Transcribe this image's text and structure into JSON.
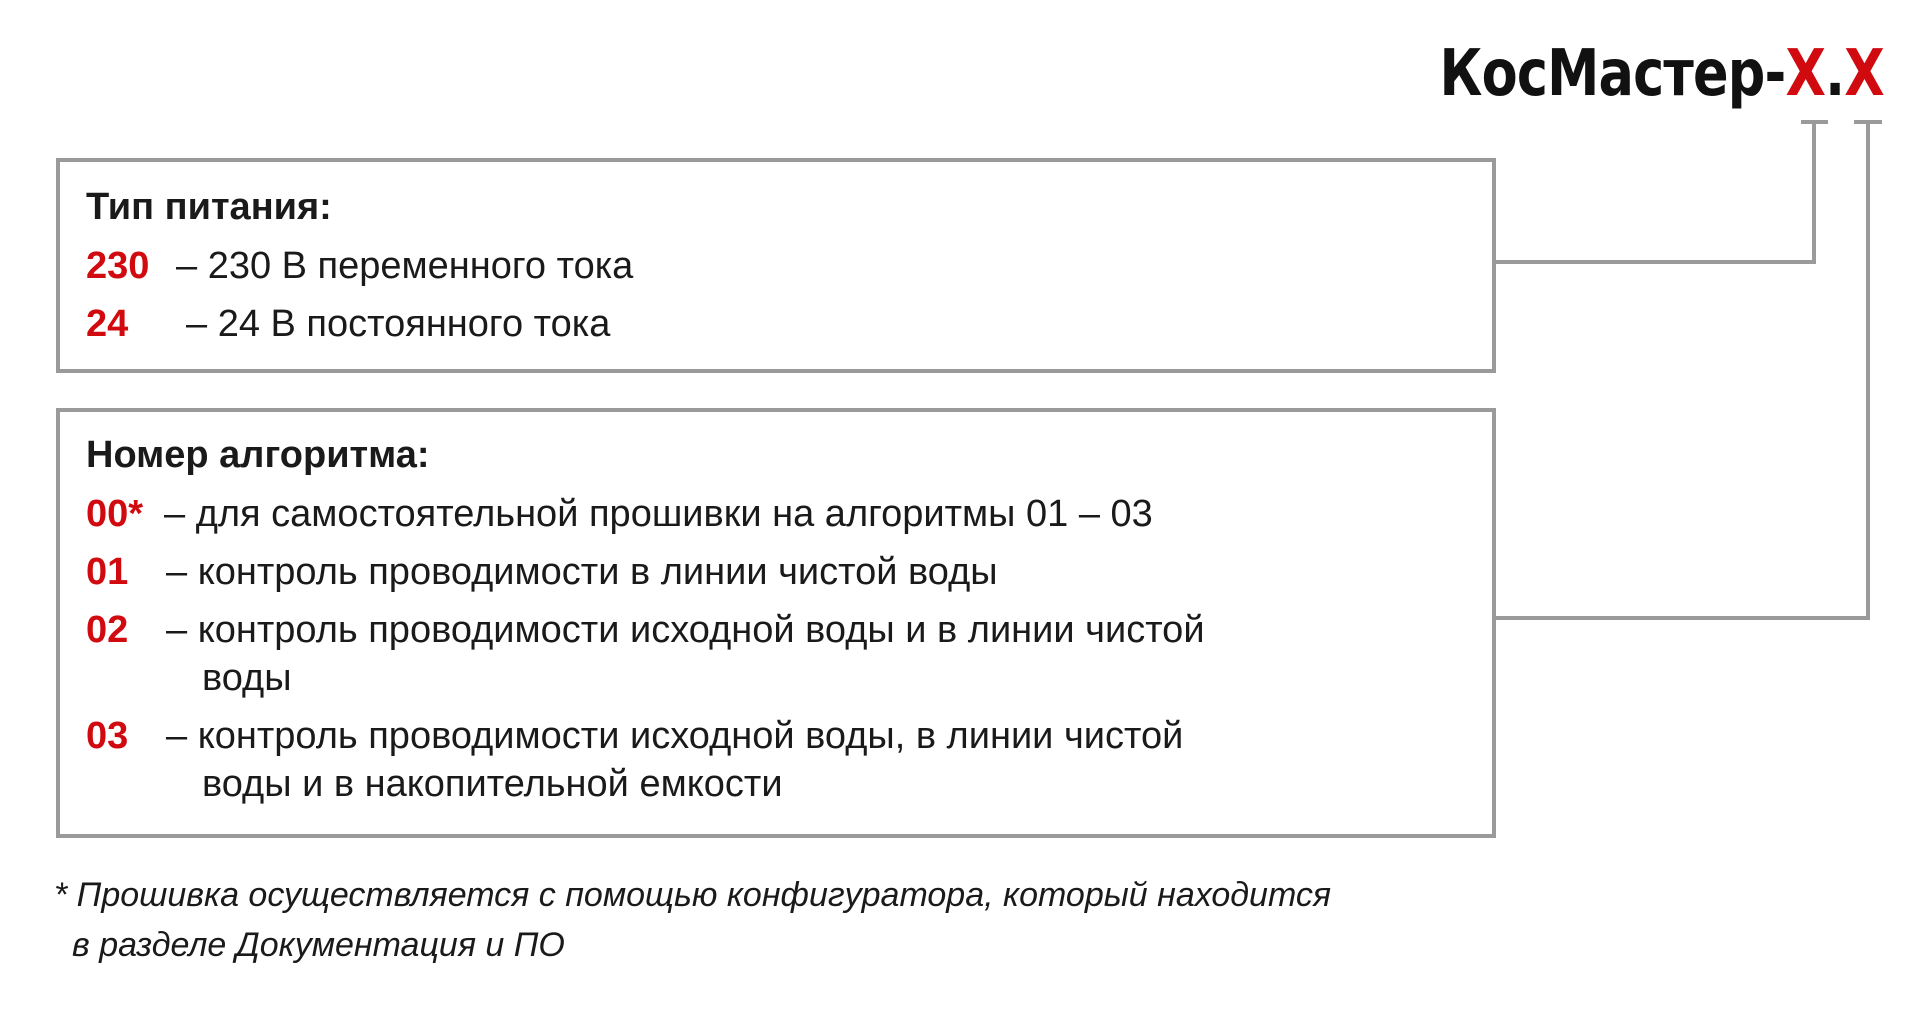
{
  "product": {
    "name": "КосМастер-",
    "code1": "Х",
    "separator": ".",
    "code2": "Х"
  },
  "power_type": {
    "title": "Тип питания:",
    "options": [
      {
        "code": "230",
        "description": "– 230 В переменного тока"
      },
      {
        "code": "24",
        "description": "– 24 В постоянного тока"
      }
    ]
  },
  "algorithm": {
    "title": "Номер алгоритма:",
    "options": [
      {
        "code": "00*",
        "description": "– для самостоятельной прошивки на алгоритмы 01 – 03",
        "wrap": ""
      },
      {
        "code": "01",
        "description": "– контроль проводимости в линии чистой воды",
        "wrap": ""
      },
      {
        "code": "02",
        "description": "– контроль проводимости исходной воды и в линии чистой",
        "wrap": "воды"
      },
      {
        "code": "03",
        "description": "– контроль проводимости исходной воды, в линии чистой",
        "wrap": "воды и в накопительной емкости"
      }
    ]
  },
  "footnote": {
    "line1": "* Прошивка осуществляется с помощью конфигуратора, который находится",
    "line2": "в разделе Документация и ПО"
  },
  "colors": {
    "accent": "#d10a10",
    "border": "#9a9a9a",
    "text": "#1a1a1a"
  }
}
